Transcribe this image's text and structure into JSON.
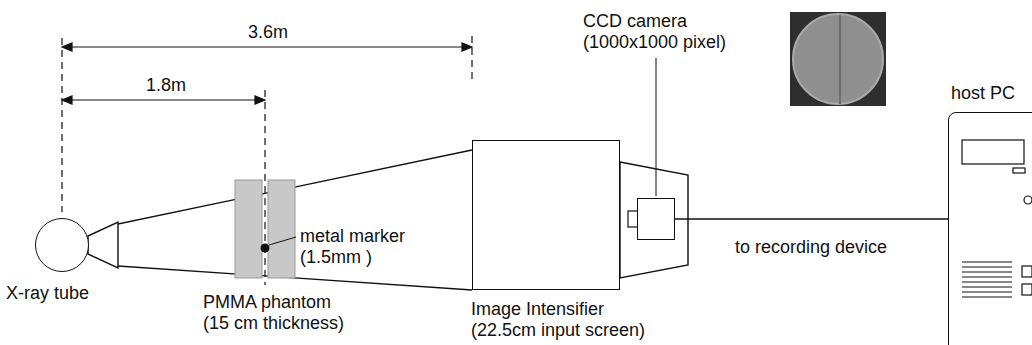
{
  "diagram": {
    "nodes": [
      {
        "text": [
          "X-ray tube"
        ]
      },
      {
        "text": [
          "PMMA phantom (15 cm thickness)"
        ]
      },
      {
        "text": [
          "Image Intensifier (22.5cm input screen)"
        ]
      },
      {
        "text": [
          "CCD camera (1000x1000 pixel)"
        ]
      },
      {
        "text": [
          "host PC"
        ]
      }
    ],
    "edges": [
      {
        "from": 3,
        "to": 4,
        "label": "to recording device",
        "arrow": "none"
      }
    ],
    "labels": [
      "3.6m",
      "1.8m",
      "metal marker (1.5mm )"
    ]
  }
}
